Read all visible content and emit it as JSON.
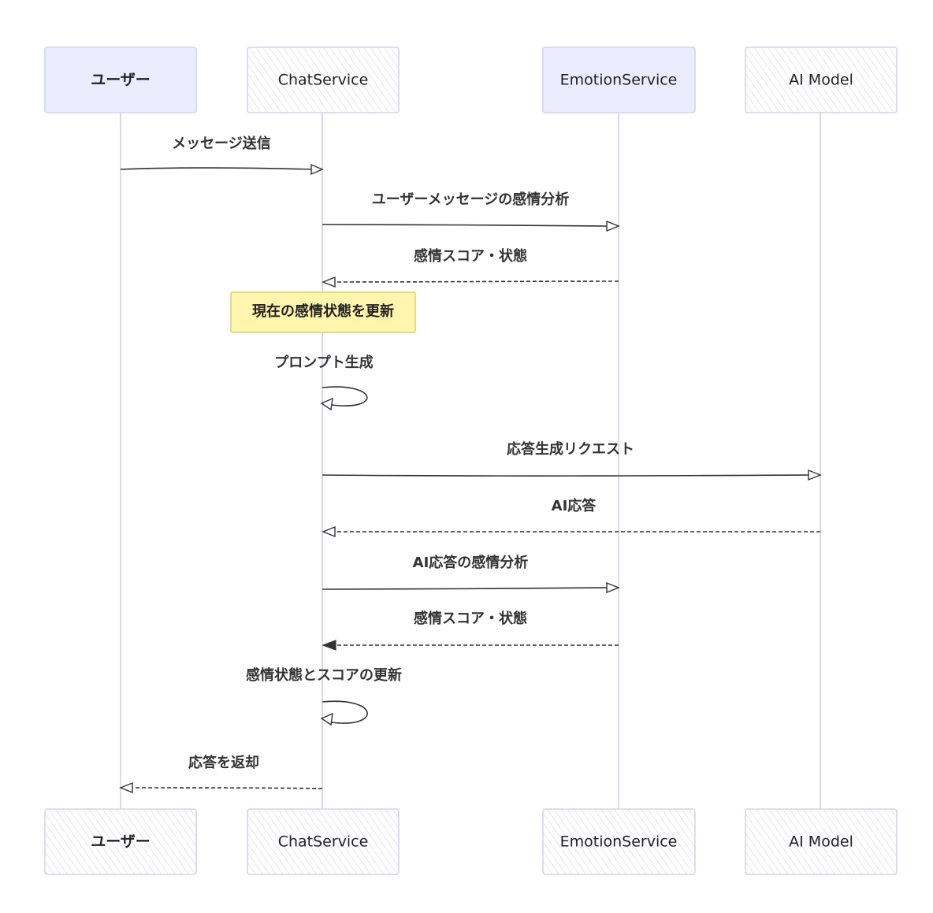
{
  "participants": [
    {
      "id": "user",
      "label": "ユーザー"
    },
    {
      "id": "chat",
      "label": "ChatService"
    },
    {
      "id": "emotion",
      "label": "EmotionService"
    },
    {
      "id": "ai",
      "label": "AI Model"
    }
  ],
  "messages": [
    {
      "id": "m1",
      "label": "メッセージ送信",
      "from": "user",
      "to": "chat",
      "style": "solid",
      "arrowhead": "open"
    },
    {
      "id": "m2",
      "label": "ユーザーメッセージの感情分析",
      "from": "chat",
      "to": "emotion",
      "style": "solid",
      "arrowhead": "open"
    },
    {
      "id": "m3",
      "label": "感情スコア・状態",
      "from": "emotion",
      "to": "chat",
      "style": "dashed",
      "arrowhead": "open"
    },
    {
      "id": "m4",
      "label": "プロンプト生成",
      "from": "chat",
      "to": "chat",
      "style": "solid",
      "arrowhead": "open"
    },
    {
      "id": "m5",
      "label": "応答生成リクエスト",
      "from": "chat",
      "to": "ai",
      "style": "solid",
      "arrowhead": "open"
    },
    {
      "id": "m6",
      "label": "AI応答",
      "from": "ai",
      "to": "chat",
      "style": "dashed",
      "arrowhead": "open"
    },
    {
      "id": "m7",
      "label": "AI応答の感情分析",
      "from": "chat",
      "to": "emotion",
      "style": "solid",
      "arrowhead": "open"
    },
    {
      "id": "m8",
      "label": "感情スコア・状態",
      "from": "emotion",
      "to": "chat",
      "style": "dashed",
      "arrowhead": "solid"
    },
    {
      "id": "m9",
      "label": "感情状態とスコアの更新",
      "from": "chat",
      "to": "chat",
      "style": "solid",
      "arrowhead": "open"
    },
    {
      "id": "m10",
      "label": "応答を返却",
      "from": "chat",
      "to": "user",
      "style": "dashed",
      "arrowhead": "open"
    }
  ],
  "notes": [
    {
      "id": "n1",
      "label": "現在の感情状態を更新",
      "over": "chat"
    }
  ]
}
